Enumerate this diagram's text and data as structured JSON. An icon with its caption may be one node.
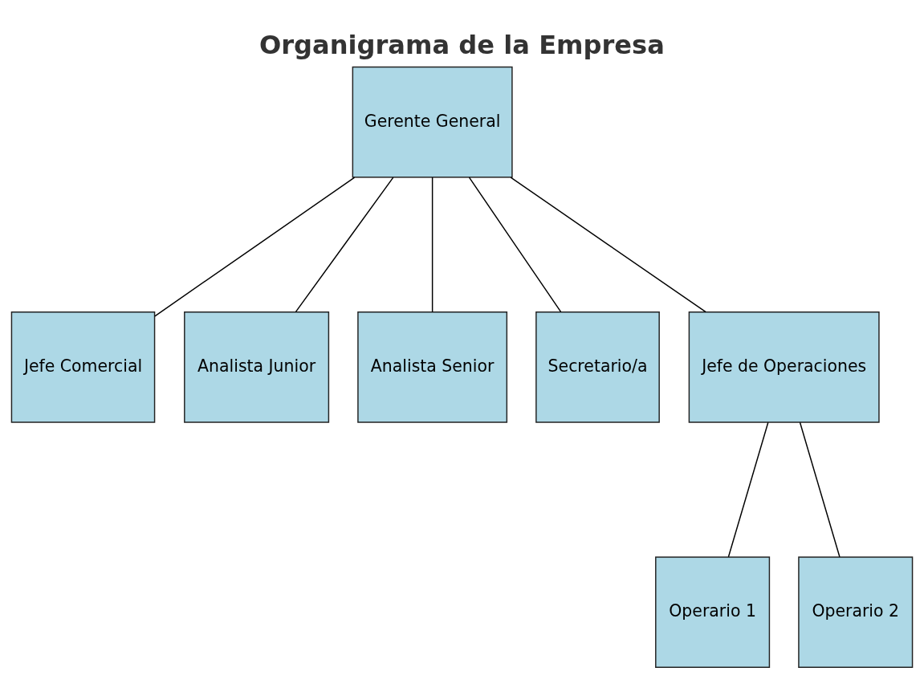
{
  "diagram": {
    "title": "Organigrama de la Empresa",
    "nodes": [
      {
        "text": [
          "Gerente General"
        ]
      },
      {
        "text": [
          "Jefe Comercial"
        ]
      },
      {
        "text": [
          "Analista Junior"
        ]
      },
      {
        "text": [
          "Analista Senior"
        ]
      },
      {
        "text": [
          "Secretario/a"
        ]
      },
      {
        "text": [
          "Jefe de Operaciones"
        ]
      },
      {
        "text": [
          "Operario 1"
        ]
      },
      {
        "text": [
          "Operario 2"
        ]
      }
    ],
    "edges": [
      {
        "from": 0,
        "to": 1,
        "arrow": "none"
      },
      {
        "from": 0,
        "to": 2,
        "arrow": "none"
      },
      {
        "from": 0,
        "to": 3,
        "arrow": "none"
      },
      {
        "from": 0,
        "to": 4,
        "arrow": "none"
      },
      {
        "from": 0,
        "to": 5,
        "arrow": "none"
      },
      {
        "from": 5,
        "to": 6,
        "arrow": "none"
      },
      {
        "from": 5,
        "to": 7,
        "arrow": "none"
      }
    ]
  }
}
